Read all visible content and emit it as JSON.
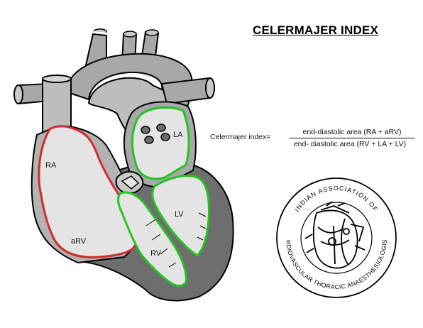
{
  "title": "CELERMAJER INDEX",
  "formula": {
    "lhs": "Celermajer index=",
    "numerator": "end-diastolic area (RA + aRV)",
    "denominator": "end- diastolic area (RV + LA + LV)"
  },
  "chamber_labels": {
    "ra": "RA",
    "arv": "aRV",
    "la": "LA",
    "lv": "LV",
    "rv": "RV"
  },
  "logo": {
    "top_text": "INDIAN ASSOCIATION OF",
    "bottom_text": "CARDIOVASCULAR THORACIC ANAESTHESIOLOGISTS"
  },
  "colors": {
    "right_chambers_outline": "#d42a2a",
    "left_chambers_outline": "#22c322",
    "vessel_fill": "#a8a8a8",
    "myocardium_fill": "#6e6e6e",
    "cavity_fill": "#e4e4e4"
  }
}
